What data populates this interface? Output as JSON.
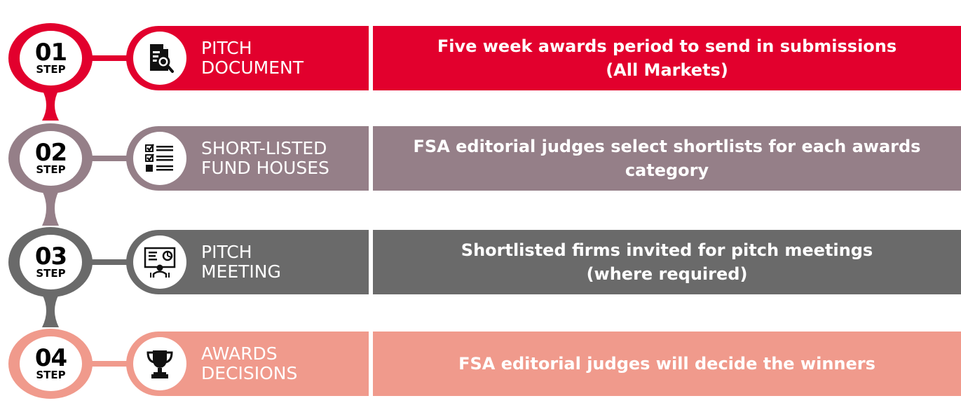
{
  "step_label": "STEP",
  "colors": {
    "step1": "#e2002d",
    "step2": "#957f88",
    "step3": "#6a6a6a",
    "step4": "#f09a8c"
  },
  "steps": [
    {
      "number": "01",
      "icon": "document-search-icon",
      "title_line1": "PITCH",
      "title_line2": "DOCUMENT",
      "desc_line1": "Five week awards period to send in submissions",
      "desc_line2": "(All Markets)"
    },
    {
      "number": "02",
      "icon": "checklist-icon",
      "title_line1": "SHORT-LISTED",
      "title_line2": "FUND HOUSES",
      "desc_line1": "FSA editorial judges select shortlists for each awards category",
      "desc_line2": ""
    },
    {
      "number": "03",
      "icon": "presentation-icon",
      "title_line1": "PITCH",
      "title_line2": "MEETING",
      "desc_line1": "Shortlisted firms invited for pitch meetings",
      "desc_line2": "(where required)"
    },
    {
      "number": "04",
      "icon": "trophy-icon",
      "title_line1": "AWARDS",
      "title_line2": "DECISIONS",
      "desc_line1": "FSA editorial judges will decide the winners",
      "desc_line2": ""
    }
  ]
}
